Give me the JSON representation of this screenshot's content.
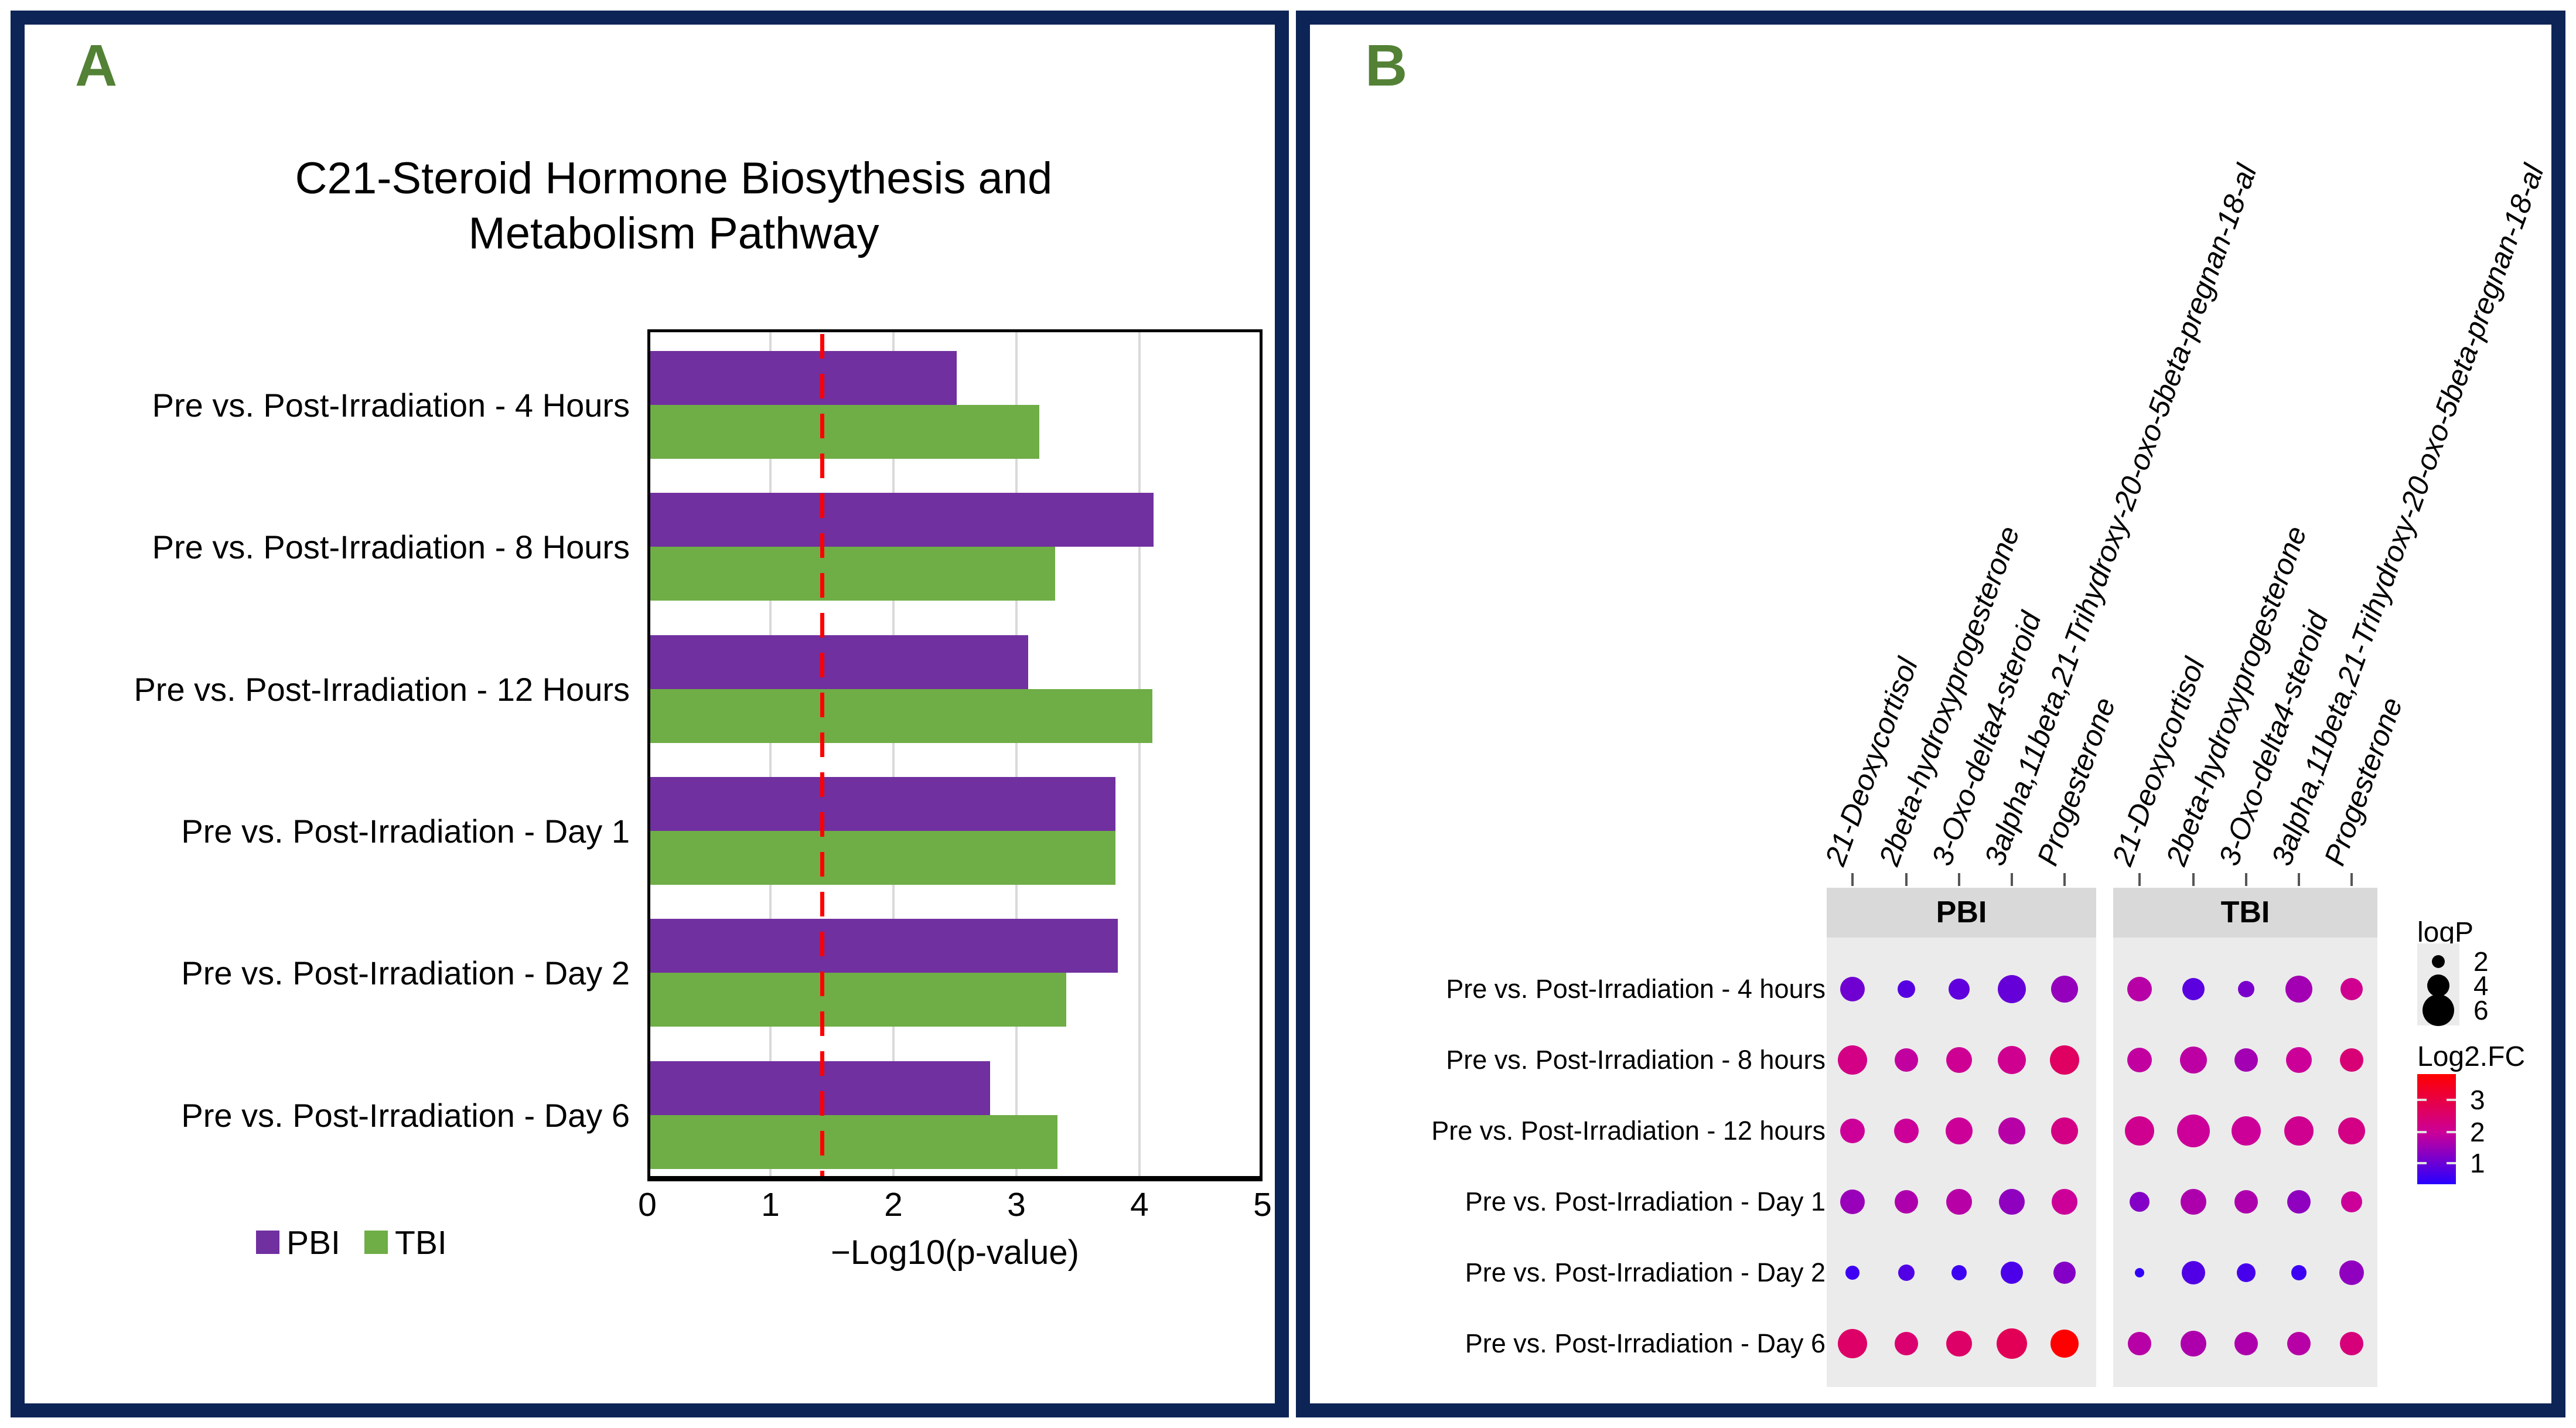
{
  "figure": {
    "panel_a_letter": "A",
    "panel_b_letter": "B"
  },
  "colors": {
    "border_navy": "#0d2457",
    "panel_letter_green": "#538135",
    "pbi_purple": "#7030a0",
    "tbi_green": "#6fad46",
    "threshold_red": "#ff0000",
    "gridline_gray": "#d9d9d9",
    "facet_strip_gray": "#d9d9d9",
    "facet_panel_gray": "#ebebeb",
    "dot_scale_low_blue": "#2800ff",
    "dot_scale_mid_magenta": "#cc0099",
    "dot_scale_high_red": "#ff0000"
  },
  "chart_data": [
    {
      "id": "panel-a",
      "type": "bar",
      "orientation": "horizontal",
      "title": "C21-Steroid Hormone Biosythesis and Metabolism Pathway",
      "title_lines": [
        "C21-Steroid Hormone Biosythesis and",
        "Metabolism Pathway"
      ],
      "categories": [
        "Pre vs. Post-Irradiation - 4 Hours",
        "Pre vs. Post-Irradiation - 8 Hours",
        "Pre vs. Post-Irradiation - 12 Hours",
        "Pre vs. Post-Irradiation - Day 1",
        "Pre vs. Post-Irradiation - Day 2",
        "Pre vs. Post-Irradiation - Day 6"
      ],
      "series": [
        {
          "name": "PBI",
          "color": "#7030a0",
          "values": [
            2.5,
            4.1,
            3.08,
            3.79,
            3.81,
            2.77
          ]
        },
        {
          "name": "TBI",
          "color": "#6fad46",
          "values": [
            3.17,
            3.3,
            4.09,
            3.79,
            3.39,
            3.32
          ]
        }
      ],
      "xlabel": "−Log10(p-value)",
      "x_ticks": [
        0,
        1,
        2,
        3,
        4,
        5
      ],
      "xlim": [
        0,
        5
      ],
      "threshold_line": {
        "value": 1.42,
        "color": "#ff0000",
        "style": "dashed"
      },
      "grid": true,
      "legend_position": "bottom-left"
    },
    {
      "id": "panel-b",
      "type": "heatmap",
      "subtype": "bubble-matrix",
      "facets": [
        "PBI",
        "TBI"
      ],
      "columns": [
        "21-Deoxycortisol",
        "2beta-hydroxyprogesterone",
        "3-Oxo-delta4-steroid",
        "3alpha,11beta,21-Trihydroxy-20-oxo-5beta-pregnan-18-al",
        "Progesterone"
      ],
      "rows": [
        "Pre vs. Post-Irradiation - 4 hours",
        "Pre vs. Post-Irradiation - 8 hours",
        "Pre vs. Post-Irradiation - 12 hours",
        "Pre vs. Post-Irradiation - Day 1",
        "Pre vs. Post-Irradiation - Day 2",
        "Pre vs. Post-Irradiation - Day 6"
      ],
      "cell_format": [
        "logP",
        "Log2.FC"
      ],
      "cells": {
        "PBI": [
          [
            [
              4.3,
              1.1
            ],
            [
              2.8,
              0.85
            ],
            [
              3.5,
              0.95
            ],
            [
              5.0,
              1.0
            ],
            [
              4.8,
              1.45
            ]
          ],
          [
            [
              5.3,
              2.2
            ],
            [
              4.0,
              1.9
            ],
            [
              4.5,
              2.05
            ],
            [
              5.0,
              2.1
            ],
            [
              5.3,
              2.55
            ]
          ],
          [
            [
              4.3,
              2.0
            ],
            [
              4.3,
              2.0
            ],
            [
              4.8,
              2.0
            ],
            [
              4.8,
              1.8
            ],
            [
              4.8,
              2.2
            ]
          ],
          [
            [
              4.3,
              1.5
            ],
            [
              4.0,
              1.7
            ],
            [
              4.5,
              1.8
            ],
            [
              4.5,
              1.4
            ],
            [
              4.5,
              2.0
            ]
          ],
          [
            [
              2.0,
              0.6
            ],
            [
              2.5,
              0.8
            ],
            [
              2.3,
              0.6
            ],
            [
              3.8,
              0.75
            ],
            [
              3.8,
              1.3
            ]
          ],
          [
            [
              5.3,
              2.5
            ],
            [
              4.0,
              2.4
            ],
            [
              4.5,
              2.5
            ],
            [
              5.5,
              2.65
            ],
            [
              5.0,
              3.6
            ]
          ]
        ],
        "TBI": [
          [
            [
              4.3,
              1.8
            ],
            [
              3.8,
              0.9
            ],
            [
              2.5,
              1.2
            ],
            [
              4.8,
              1.6
            ],
            [
              3.8,
              2.1
            ]
          ],
          [
            [
              4.3,
              1.9
            ],
            [
              4.8,
              1.85
            ],
            [
              4.0,
              1.6
            ],
            [
              4.5,
              2.0
            ],
            [
              4.0,
              2.35
            ]
          ],
          [
            [
              5.3,
              2.1
            ],
            [
              6.0,
              2.0
            ],
            [
              5.3,
              2.0
            ],
            [
              5.3,
              2.1
            ],
            [
              4.8,
              2.2
            ]
          ],
          [
            [
              3.3,
              1.3
            ],
            [
              4.5,
              1.7
            ],
            [
              4.0,
              1.7
            ],
            [
              4.0,
              1.4
            ],
            [
              3.5,
              2.0
            ]
          ],
          [
            [
              1.1,
              0.5
            ],
            [
              4.0,
              0.8
            ],
            [
              3.0,
              0.7
            ],
            [
              2.2,
              0.6
            ],
            [
              4.3,
              1.4
            ]
          ],
          [
            [
              4.0,
              1.8
            ],
            [
              4.5,
              1.7
            ],
            [
              4.0,
              1.7
            ],
            [
              4.0,
              1.8
            ],
            [
              4.0,
              2.3
            ]
          ]
        ]
      },
      "size_legend": {
        "title": "logP",
        "values": [
          2,
          4,
          6
        ]
      },
      "color_legend": {
        "title": "Log2.FC",
        "ticks": [
          3,
          2,
          1
        ],
        "range": [
          0.35,
          3.85
        ],
        "gradient_top_to_bottom": [
          "#ff0000",
          "#cc0099",
          "#2800ff"
        ]
      }
    }
  ]
}
